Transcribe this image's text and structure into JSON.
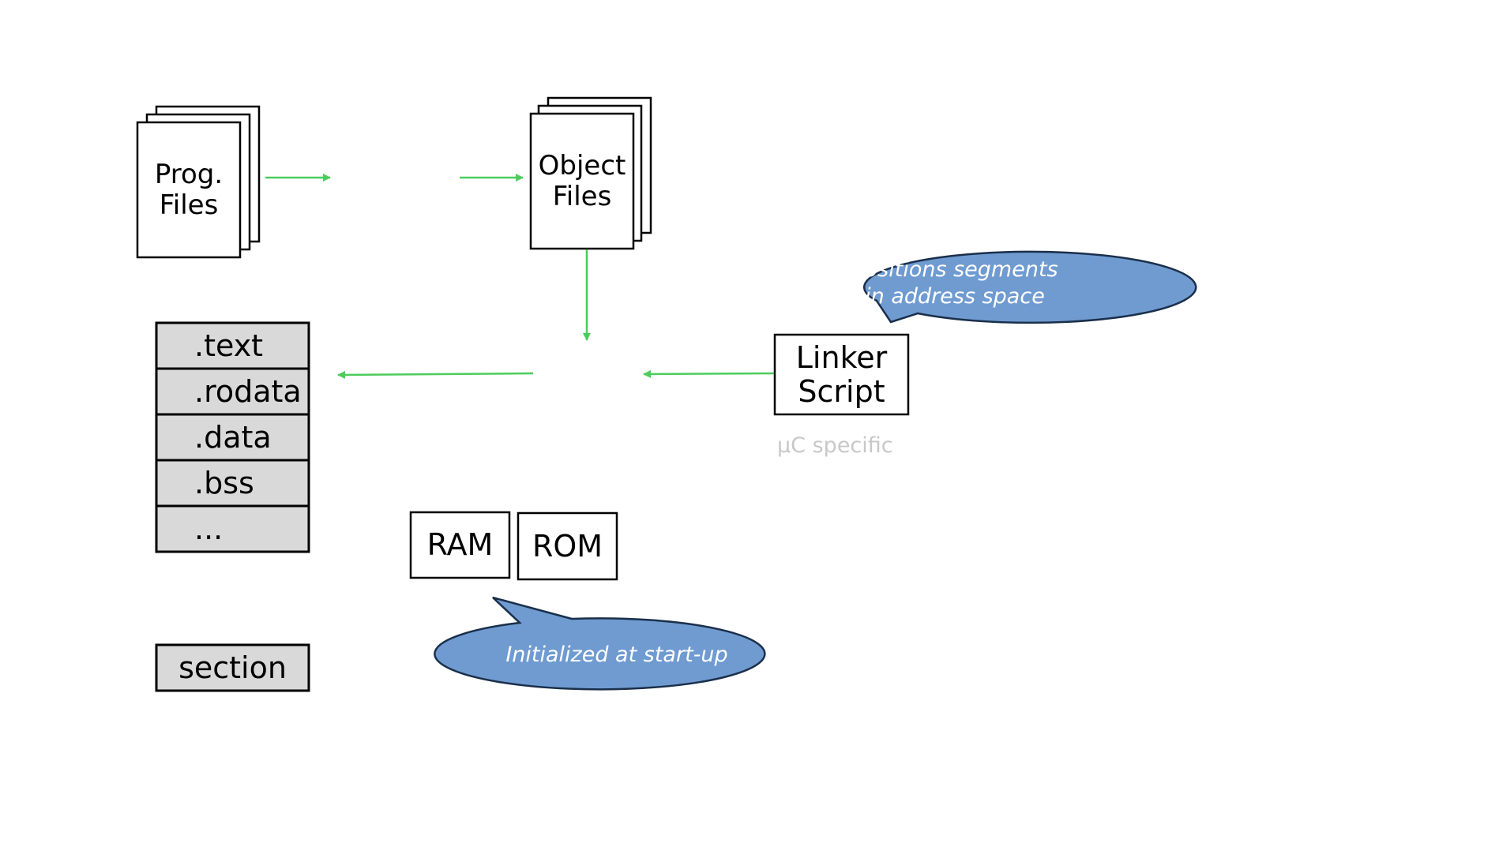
{
  "colors": {
    "arrow": "#4ccc5c",
    "bubble_fill": "#6f9bd1",
    "bubble_stroke": "#1a2f4a",
    "section_fill": "#d9d9d9",
    "muted_text": "#c8c8c8"
  },
  "nodes": {
    "prog_files": "Prog.\nFiles",
    "object_files": "Object\nFiles",
    "linker_script": "Linker\nScript",
    "uc_specific": "µC specific",
    "ram": "RAM",
    "rom": "ROM"
  },
  "sections": [
    ".text",
    ".rodata",
    ".data",
    ".bss",
    "..."
  ],
  "legend": {
    "section": "section"
  },
  "callouts": {
    "positions": "Positions segments\nin address space",
    "initialized": "Initialized at start-up"
  }
}
